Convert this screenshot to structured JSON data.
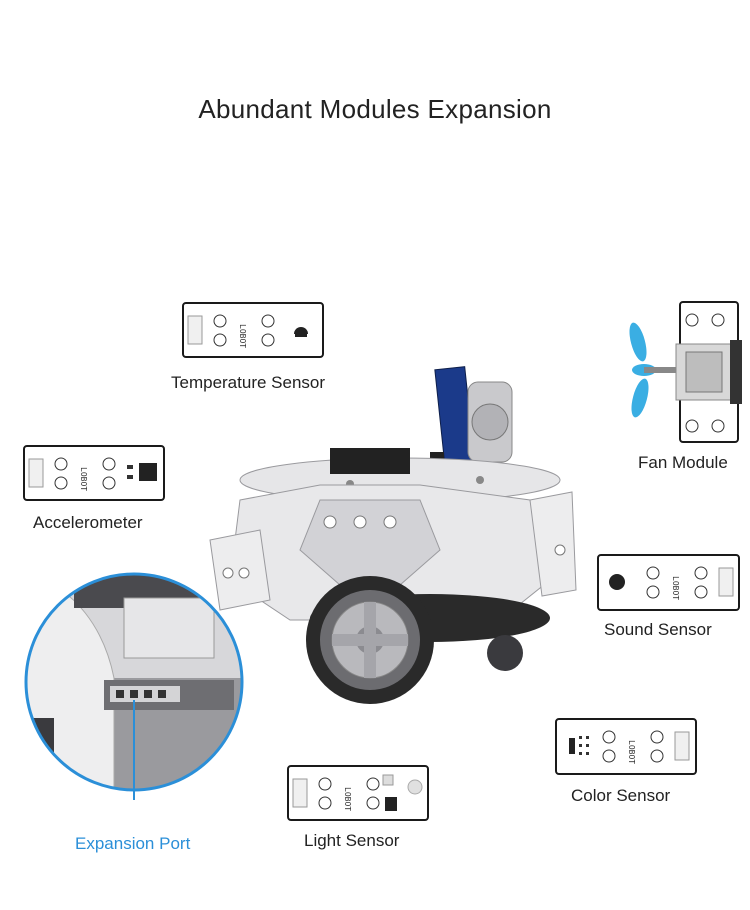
{
  "page": {
    "title": "Abundant Modules Expansion"
  },
  "modules": {
    "temperature": "Temperature Sensor",
    "accelerometer": "Accelerometer",
    "fan": "Fan Module",
    "sound": "Sound Sensor",
    "color": "Color Sensor",
    "light": "Light Sensor",
    "expansion_port": "Expansion Port"
  },
  "colors": {
    "accent": "#2b8fd8",
    "text": "#222222",
    "module_border": "#1a1a1a",
    "fan_blade": "#3aaee3",
    "robot_shell": "#e8e8ea",
    "robot_dark": "#2a2a2a"
  }
}
